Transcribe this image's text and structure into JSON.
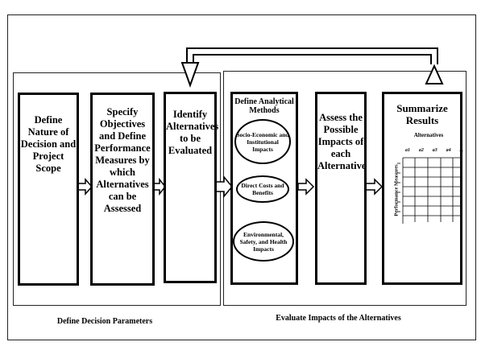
{
  "boxes": {
    "define_nature": "Define Nature of Decision and Project Scope",
    "specify_objectives": "Specify Objectives and Define Performance Measures by which Alternatives can be Assessed",
    "identify_alternatives": "Identify Alternatives to be Evaluated",
    "analytical_methods": {
      "title": "Define Analytical Methods",
      "oval_socio": "Socio-Economic and Institutional Impacts",
      "oval_direct": "Direct Costs and Benefits",
      "oval_env": "Environmental, Safety, and Health Impacts"
    },
    "assess_impacts": "Assess the Possible Impacts of each Alternative",
    "summarize": {
      "title": "Summarize Results",
      "alternatives_label": "Alternatives",
      "performance_label": "Performance Measures",
      "alt_columns": [
        "a1",
        "a2",
        "a3",
        "a4",
        "..."
      ]
    }
  },
  "sections": {
    "left": "Define Decision Parameters",
    "right": "Evaluate Impacts of the Alternatives"
  }
}
